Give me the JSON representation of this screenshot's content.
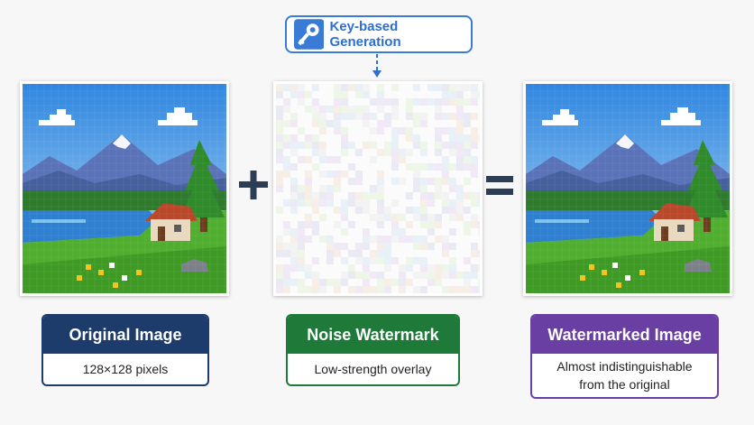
{
  "key_box": {
    "label": "Key-based Generation",
    "icon": "key-icon"
  },
  "operators": {
    "plus": "+",
    "equals": "="
  },
  "colors": {
    "accent_blue": "#3a7bd5",
    "original": "#1d3b6b",
    "noise": "#1f7a3a",
    "watermarked": "#6a3fa3"
  },
  "cards": [
    {
      "title": "Original Image",
      "description": "128×128 pixels"
    },
    {
      "title": "Noise Watermark",
      "description": "Low-strength overlay"
    },
    {
      "title": "Watermarked Image",
      "description_line1": "Almost indistinguishable",
      "description_line2": "from the original"
    }
  ]
}
